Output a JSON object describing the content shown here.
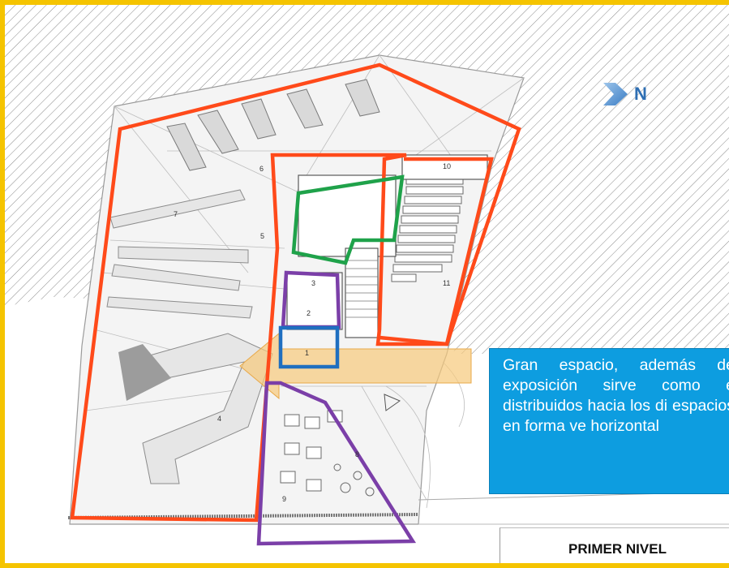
{
  "north": {
    "label": "N",
    "icon": "north-arrow-icon",
    "color": "#2f6fb3"
  },
  "callout": {
    "text": "Gran espacio, además de exposición sirve como e distribuidos hacia los di espacios en forma ve horizontal"
  },
  "level": {
    "label": "PRIMER NIVEL"
  },
  "rooms": {
    "r1": "1",
    "r2": "2",
    "r3": "3",
    "r4": "4",
    "r5": "5",
    "r6": "6",
    "r7": "7",
    "r8": "8",
    "r9": "9",
    "r10": "10",
    "r11": "11"
  },
  "colors": {
    "outline_red": "#ff4a1a",
    "outline_green": "#1fa24a",
    "outline_purple": "#7b3fa8",
    "outline_blue": "#1f6fc0",
    "arrow_fill": "#f7c97a",
    "frame": "#f5c400",
    "callout_bg": "#0d9de0"
  }
}
